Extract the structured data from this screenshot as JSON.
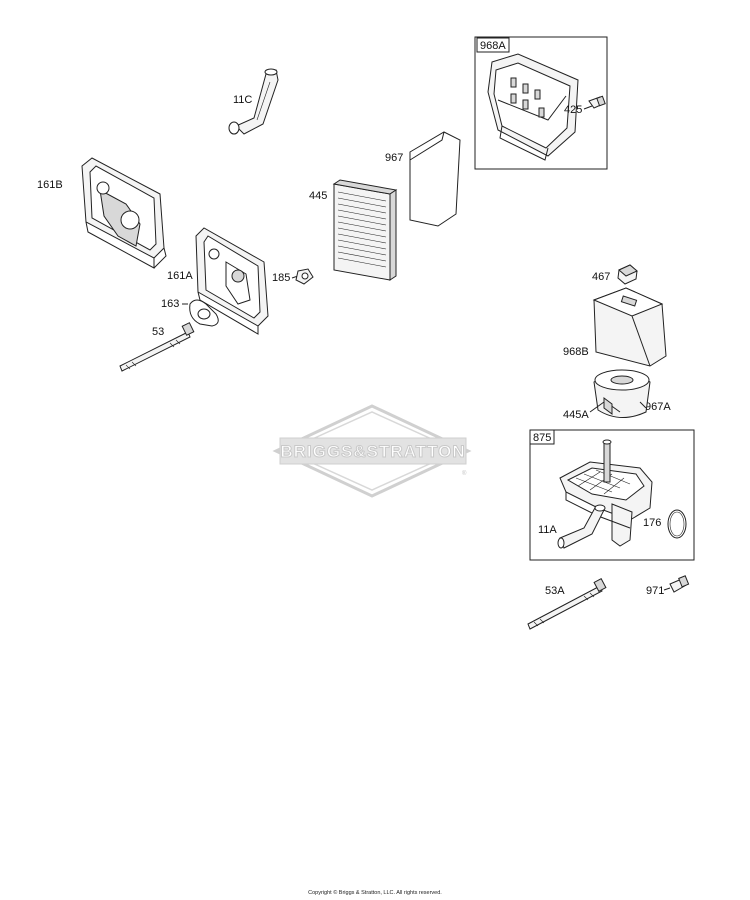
{
  "watermark": {
    "text": "BRIGGS&STRATTON",
    "mark": "®"
  },
  "part_labels": {
    "p968A": "968A",
    "p425": "425",
    "p11C": "11C",
    "p967": "967",
    "p161B": "161B",
    "p445": "445",
    "p161A": "161A",
    "p185": "185",
    "p163": "163",
    "p53": "53",
    "p467": "467",
    "p968B": "968B",
    "p445A": "445A",
    "p967A": "967A",
    "p875": "875",
    "p11A": "11A",
    "p176": "176",
    "p53A": "53A",
    "p971": "971"
  },
  "copyright": "Copyright © Briggs & Stratton, LLC. All rights reserved."
}
